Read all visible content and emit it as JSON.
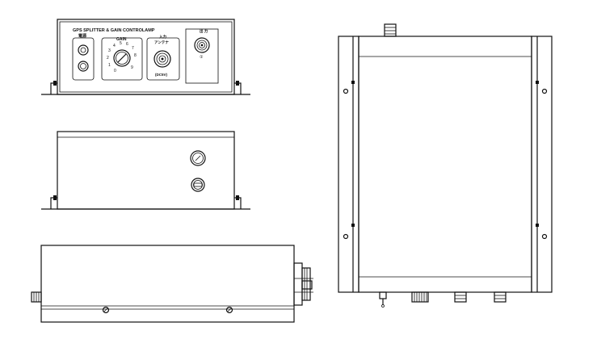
{
  "front_panel": {
    "title": "GPS SPLITTER & GAIN CONTROLAMP",
    "power_label": "電源",
    "gain_label": "GAIN",
    "gain_ticks": [
      "3",
      "4",
      "5",
      "6",
      "7",
      "8",
      "9",
      "2",
      "1",
      "0"
    ],
    "input_label_jp": "入力",
    "input_label_jp2": "アンテナ",
    "input_note": "(DC5V)",
    "output_label": "出 力",
    "output_sub": "①"
  }
}
